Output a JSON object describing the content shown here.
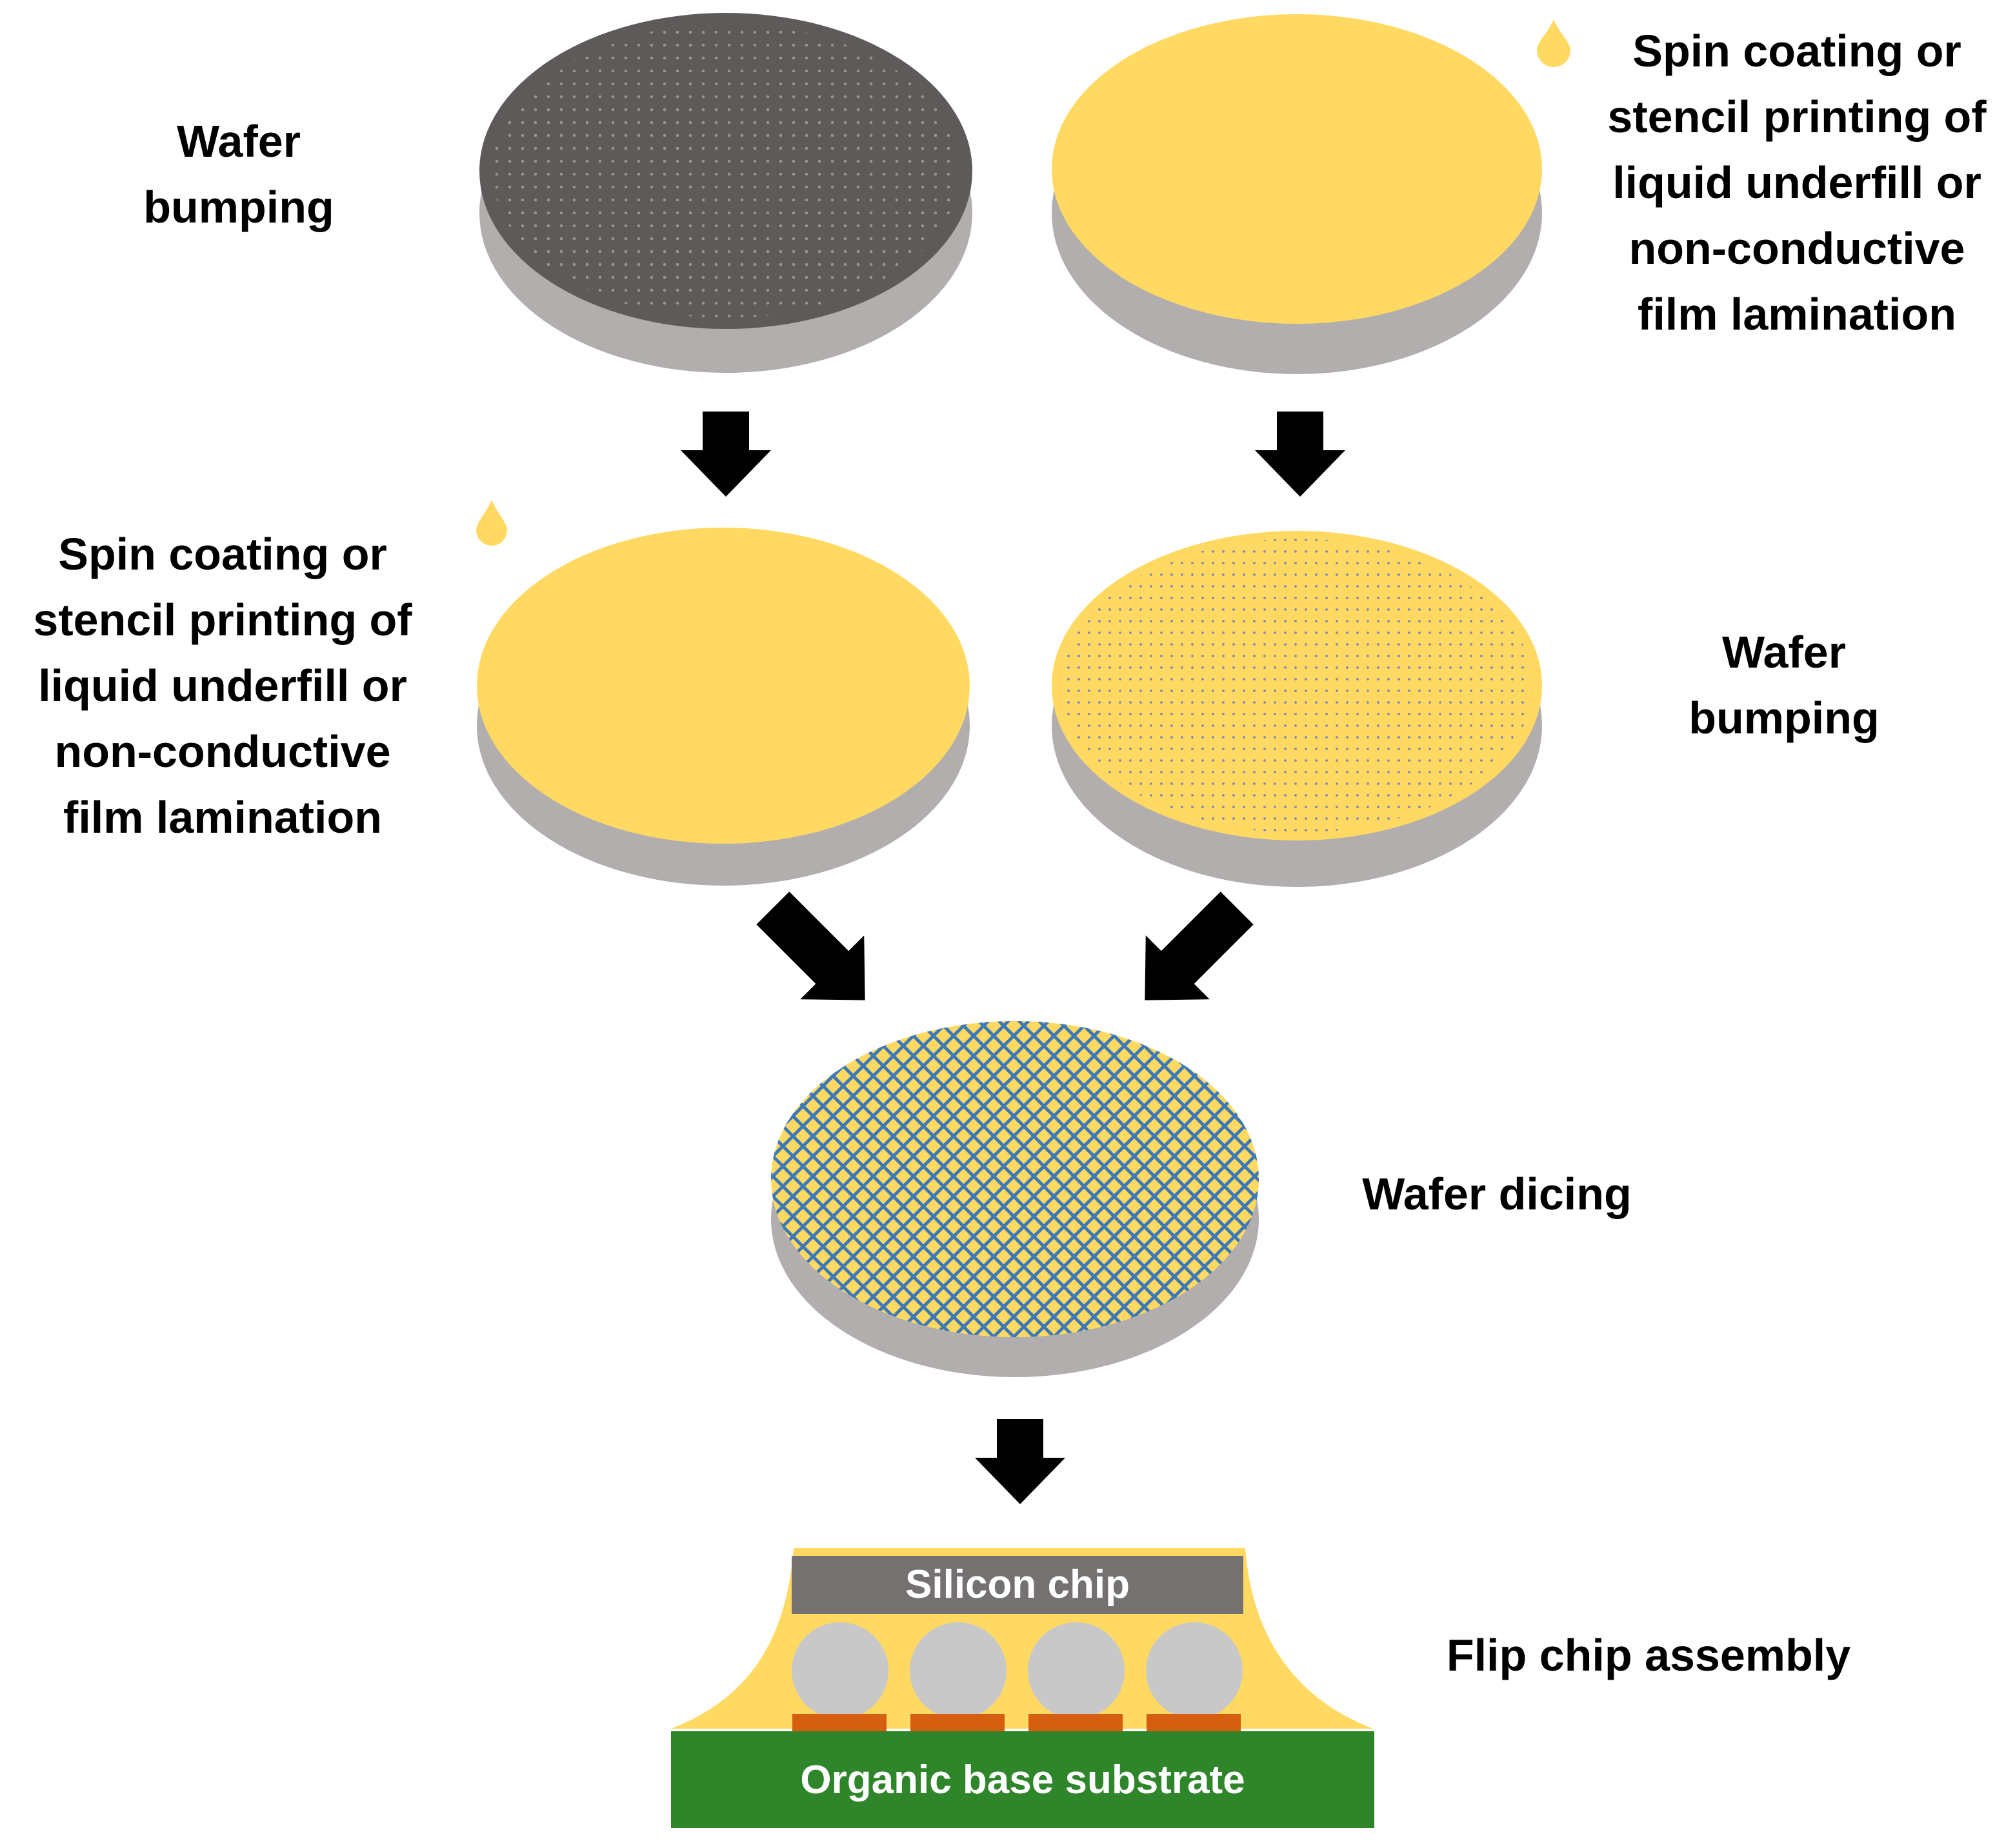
{
  "colors": {
    "underfill": "#FFD961",
    "wafer_edge": "#B3AEAE",
    "bumped_wafer_top": "#5E5A5A",
    "bump_dot": "#9C9393",
    "bump_dot_on_underfill": "#7E86B8",
    "dicing_line": "#3C79B8",
    "silicon_chip": "#767171",
    "solder_ball": "#C8C8C8",
    "pad": "#D65E10",
    "substrate": "#2E852A",
    "arrow": "#000000",
    "label_text": "#000000",
    "label_on_fill": "#FFFFFF"
  },
  "icons": {
    "droplet": "droplet-icon",
    "arrow": "arrow-down-icon"
  },
  "steps": {
    "wafer_bumping_left": [
      "Wafer",
      "bumping"
    ],
    "coating_right": [
      "Spin coating or",
      "stencil printing of",
      "liquid underfill or",
      "non-conductive",
      "film lamination"
    ],
    "coating_left": [
      "Spin coating or",
      "stencil printing of",
      "liquid underfill or",
      "non-conductive",
      "film lamination"
    ],
    "wafer_bumping_right": [
      "Wafer",
      "bumping"
    ],
    "wafer_dicing": "Wafer dicing",
    "flip_chip_assembly": "Flip chip assembly"
  },
  "assembly": {
    "silicon_chip": "Silicon chip",
    "substrate": "Organic base substrate"
  }
}
